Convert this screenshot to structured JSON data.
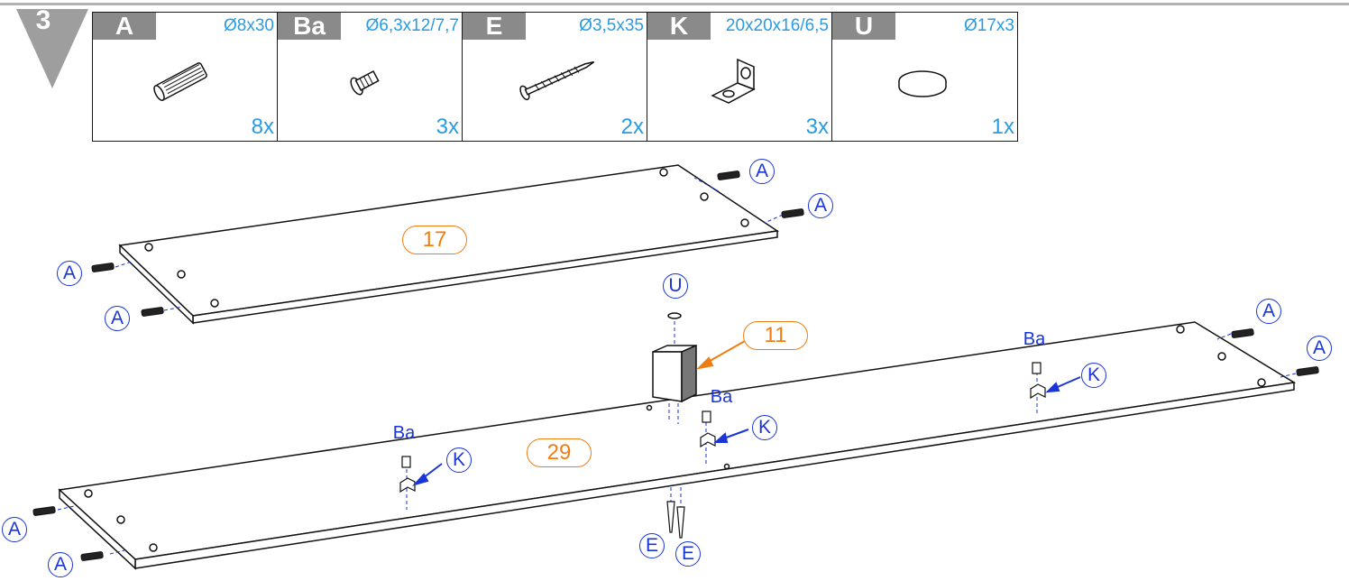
{
  "step": {
    "number": "3"
  },
  "parts": [
    {
      "code": "A",
      "dimension": "Ø8x30",
      "quantity": "8x",
      "icon": "dowel-icon"
    },
    {
      "code": "Ba",
      "dimension": "Ø6,3x12/7,7",
      "quantity": "3x",
      "icon": "euro-screw-icon"
    },
    {
      "code": "E",
      "dimension": "Ø3,5x35",
      "quantity": "2x",
      "icon": "wood-screw-icon"
    },
    {
      "code": "K",
      "dimension": "20x20x16/6,5",
      "quantity": "3x",
      "icon": "angle-bracket-icon"
    },
    {
      "code": "U",
      "dimension": "Ø17x3",
      "quantity": "1x",
      "icon": "cover-cap-icon"
    }
  ],
  "panels": {
    "top_panel": "17",
    "bottom_panel": "29",
    "block": "11"
  },
  "callouts": {
    "A": "A",
    "Ba": "Ba",
    "E": "E",
    "K": "K",
    "U": "U"
  },
  "colors": {
    "callout": "#1a35d8",
    "panel_number": "#f07d12",
    "spec_text": "#2a9be0",
    "header_fill": "#8a8a8a"
  }
}
